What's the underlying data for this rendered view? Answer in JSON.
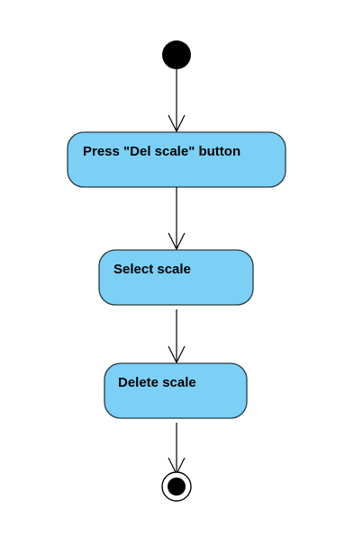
{
  "diagram": {
    "type": "uml-activity",
    "colors": {
      "action_fill": "#7ccff5",
      "action_stroke": "#2a3a45",
      "node_fill": "#000000",
      "flow_stroke": "#000000",
      "background": "#ffffff"
    },
    "nodes": [
      {
        "id": "start",
        "kind": "initial"
      },
      {
        "id": "press-del-scale",
        "kind": "action",
        "label": "Press \"Del scale\" button"
      },
      {
        "id": "select-scale",
        "kind": "action",
        "label": "Select scale"
      },
      {
        "id": "delete-scale",
        "kind": "action",
        "label": "Delete scale"
      },
      {
        "id": "end",
        "kind": "final"
      }
    ],
    "flows": [
      {
        "from": "start",
        "to": "press-del-scale"
      },
      {
        "from": "press-del-scale",
        "to": "select-scale"
      },
      {
        "from": "select-scale",
        "to": "delete-scale"
      },
      {
        "from": "delete-scale",
        "to": "end"
      }
    ]
  }
}
